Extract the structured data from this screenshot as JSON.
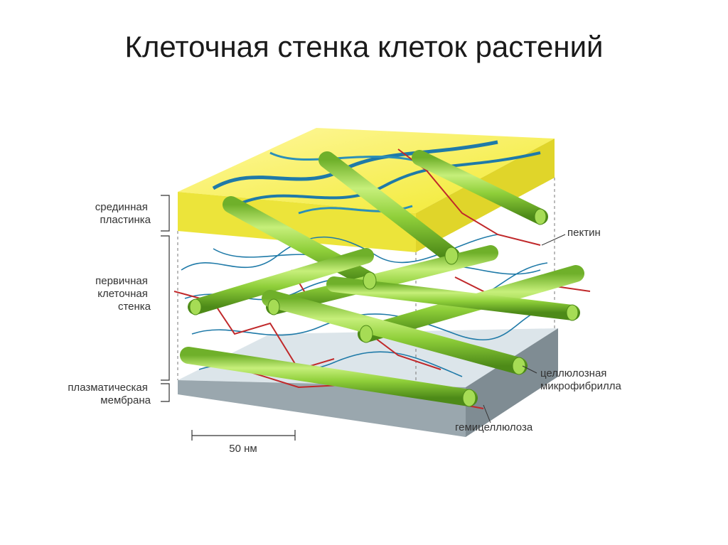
{
  "title": "Клеточная стенка клеток растений",
  "labels": {
    "middle_lamella": [
      "срединная",
      "пластинка"
    ],
    "primary_wall": [
      "первичная",
      "клеточная",
      "стенка"
    ],
    "plasma_membrane": [
      "плазматическая",
      "мембрана"
    ],
    "pectin": "пектин",
    "cellulose": [
      "целлюлозная",
      "микрофибрилла"
    ],
    "hemicellulose": "гемицеллюлоза",
    "scale": "50 нм"
  },
  "colors": {
    "lamella_top": "#f3ee3a",
    "lamella_side": "#e6df2a",
    "membrane_top": "#c9d6dc",
    "membrane_side": "#8d9aa2",
    "cellulose": "#8fcf3a",
    "pectin": "#1f7aa8",
    "hemicellulose": "#c0282a"
  }
}
